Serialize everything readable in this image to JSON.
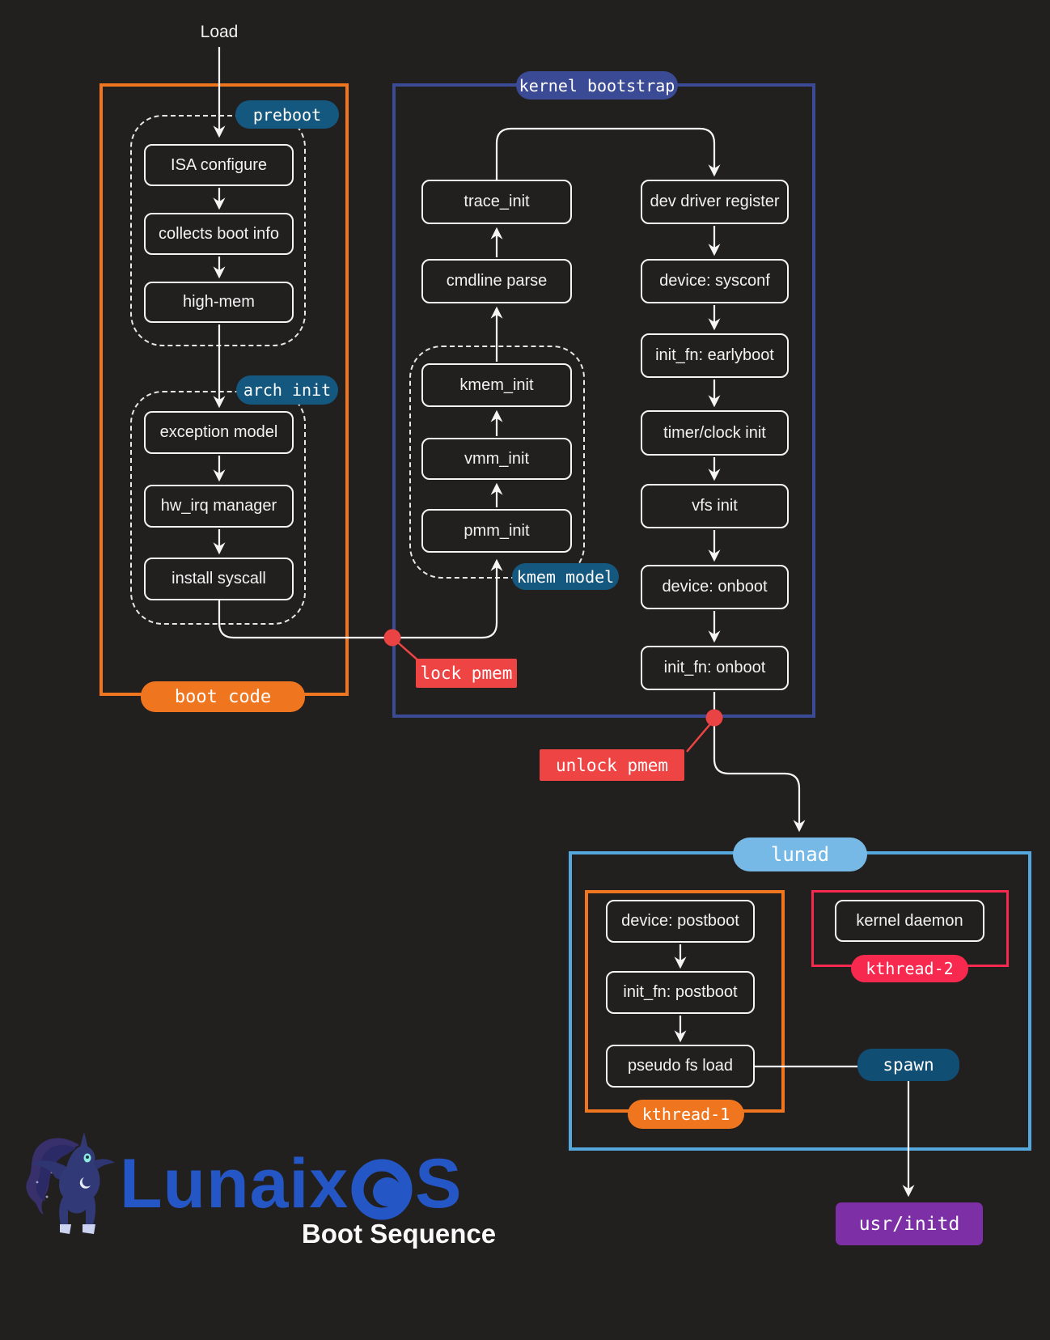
{
  "palette": {
    "background": "#221f1f",
    "node_border": "#f5f5f5",
    "orange": "#f0751f",
    "indigo": "#3b4a94",
    "teal_pill": "#15587f",
    "spawn_pill": "#114e74",
    "lunad_blue": "#55a8dd",
    "lunad_pill": "#76b9e6",
    "crimson": "#f8294f",
    "red": "#ee4444",
    "purple": "#7d2fa6",
    "brand_blue": "#2457c5"
  },
  "header": {
    "load_label": "Load"
  },
  "boot_code": {
    "label": "boot code",
    "preboot": {
      "label": "preboot",
      "nodes": [
        "ISA configure",
        "collects boot info",
        "high-mem"
      ]
    },
    "arch_init": {
      "label": "arch init",
      "nodes": [
        "exception model",
        "hw_irq manager",
        "install syscall"
      ]
    }
  },
  "kernel_bootstrap": {
    "label": "kernel bootstrap",
    "left_nodes": [
      "trace_init",
      "cmdline parse"
    ],
    "kmem_model": {
      "label": "kmem model",
      "nodes": [
        "kmem_init",
        "vmm_init",
        "pmm_init"
      ]
    },
    "right_nodes": [
      "dev driver register",
      "device: sysconf",
      "init_fn: earlyboot",
      "timer/clock init",
      "vfs init",
      "device: onboot",
      "init_fn: onboot"
    ]
  },
  "annotations": {
    "lock_pmem": "lock pmem",
    "unlock_pmem": "unlock pmem",
    "spawn": "spawn"
  },
  "lunad": {
    "label": "lunad",
    "kthread1": {
      "label": "kthread-1",
      "nodes": [
        "device: postboot",
        "init_fn: postboot",
        "pseudo fs load"
      ]
    },
    "kthread2": {
      "label": "kthread-2",
      "nodes": [
        "kernel daemon"
      ]
    }
  },
  "terminal": {
    "usr_initd": "usr/initd"
  },
  "footer": {
    "brand_prefix": "Lunaix",
    "brand_suffix": "S",
    "brand_full": "LunaixOS",
    "title": "Boot Sequence"
  }
}
